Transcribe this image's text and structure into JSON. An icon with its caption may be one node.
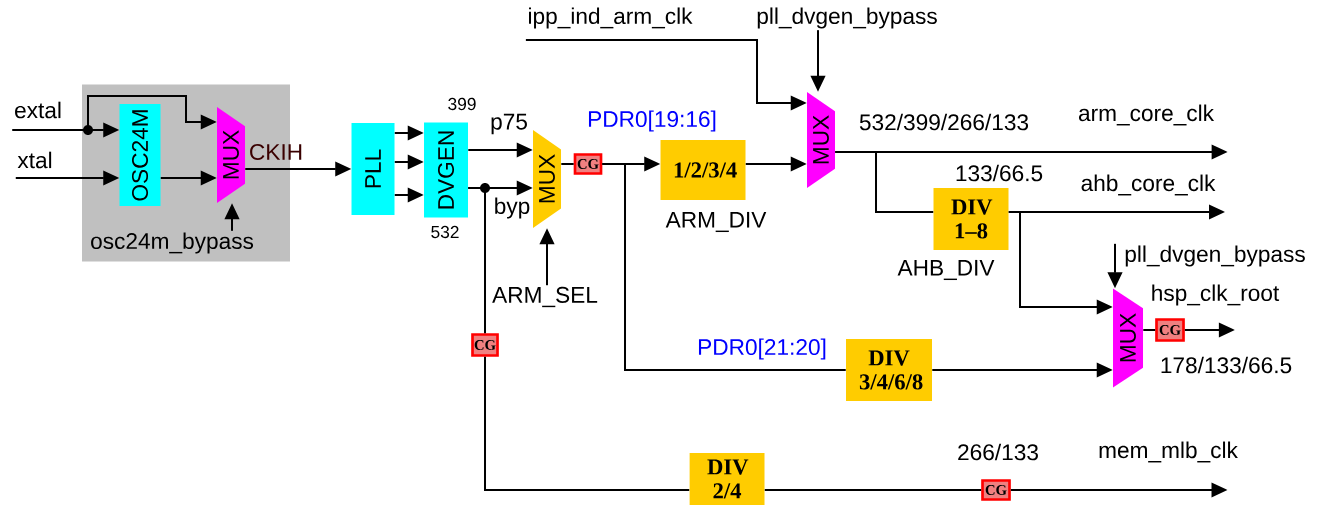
{
  "diagram": {
    "nodes": [
      {
        "text": [],
        "shape": "box"
      },
      {
        "text": [
          "extal"
        ]
      },
      {
        "text": [
          "xtal"
        ]
      },
      {
        "text": [
          "OSC24M"
        ],
        "in": 0
      },
      {
        "text": [
          "MUX"
        ],
        "in": 0
      },
      {
        "text": [
          "osc24m_bypass"
        ],
        "in": 0
      },
      {
        "text": [
          "PLL"
        ]
      },
      {
        "text": [
          "DVGEN"
        ],
        "beside": [
          "399",
          "532"
        ]
      },
      {
        "text": [
          "MUX"
        ]
      },
      {
        "text": [
          "ARM_SEL"
        ]
      },
      {
        "text": [
          "CG"
        ]
      },
      {
        "text": [
          "1/2/3/4"
        ],
        "beside": [
          "PDR0[19:16]",
          "ARM_DIV"
        ]
      },
      {
        "text": [
          "ipp_ind_arm_clk"
        ]
      },
      {
        "text": [
          "pll_dvgen_bypass"
        ]
      },
      {
        "text": [
          "MUX"
        ]
      },
      {
        "text": [
          "arm_core_clk"
        ]
      },
      {
        "text": [
          "DIV 1–8"
        ],
        "beside": [
          "AHB_DIV"
        ]
      },
      {
        "text": [
          "ahb_core_clk"
        ]
      },
      {
        "text": [
          "pll_dvgen_bypass"
        ]
      },
      {
        "text": [
          "MUX"
        ]
      },
      {
        "text": [
          "DIV 3/4/6/8"
        ],
        "beside": [
          "PDR0[21:20]"
        ]
      },
      {
        "text": [
          "CG"
        ]
      },
      {
        "text": [
          "hsp_clk_root"
        ]
      },
      {
        "text": [
          "CG"
        ]
      },
      {
        "text": [
          "DIV 2/4"
        ]
      },
      {
        "text": [
          "CG"
        ]
      },
      {
        "text": [
          "mem_mlb_clk"
        ]
      }
    ],
    "edges": [
      {
        "from": 1,
        "to": 3,
        "arrow": "to"
      },
      {
        "from": 1,
        "to": 4,
        "arrow": "to"
      },
      {
        "from": 2,
        "to": 3,
        "arrow": "to"
      },
      {
        "from": 3,
        "to": 4,
        "arrow": "to"
      },
      {
        "from": 5,
        "to": 4,
        "arrow": "to"
      },
      {
        "from": 4,
        "to": 6,
        "arrow": "to",
        "label": "CKIH"
      },
      {
        "from": 6,
        "to": 7,
        "arrow": "to"
      },
      {
        "from": 6,
        "to": 7,
        "arrow": "to"
      },
      {
        "from": 6,
        "to": 7,
        "arrow": "to"
      },
      {
        "from": 7,
        "to": 8,
        "arrow": "to",
        "label": "p75"
      },
      {
        "from": 7,
        "to": 8,
        "arrow": "to",
        "label": "byp"
      },
      {
        "from": 9,
        "to": 8,
        "arrow": "to"
      },
      {
        "from": 8,
        "to": 10,
        "arrow": "none"
      },
      {
        "from": 10,
        "to": 11,
        "arrow": "to"
      },
      {
        "from": 12,
        "to": 14,
        "arrow": "to"
      },
      {
        "from": 13,
        "to": 14,
        "arrow": "to"
      },
      {
        "from": 11,
        "to": 14,
        "arrow": "to"
      },
      {
        "from": 14,
        "to": 15,
        "arrow": "to",
        "label": "532/399/266/133"
      },
      {
        "from": 14,
        "to": 16,
        "arrow": "none"
      },
      {
        "from": 16,
        "to": 17,
        "arrow": "to",
        "label": "133/66.5"
      },
      {
        "from": 16,
        "to": 19,
        "arrow": "to"
      },
      {
        "from": 18,
        "to": 19,
        "arrow": "to"
      },
      {
        "from": 10,
        "to": 20,
        "arrow": "none"
      },
      {
        "from": 20,
        "to": 19,
        "arrow": "to"
      },
      {
        "from": 19,
        "to": 21,
        "arrow": "none"
      },
      {
        "from": 21,
        "to": 22,
        "arrow": "to",
        "label": "178/133/66.5"
      },
      {
        "from": 7,
        "to": 23,
        "arrow": "none"
      },
      {
        "from": 23,
        "to": 24,
        "arrow": "none"
      },
      {
        "from": 24,
        "to": 25,
        "arrow": "none"
      },
      {
        "from": 25,
        "to": 26,
        "arrow": "to",
        "label": "266/133"
      }
    ]
  }
}
